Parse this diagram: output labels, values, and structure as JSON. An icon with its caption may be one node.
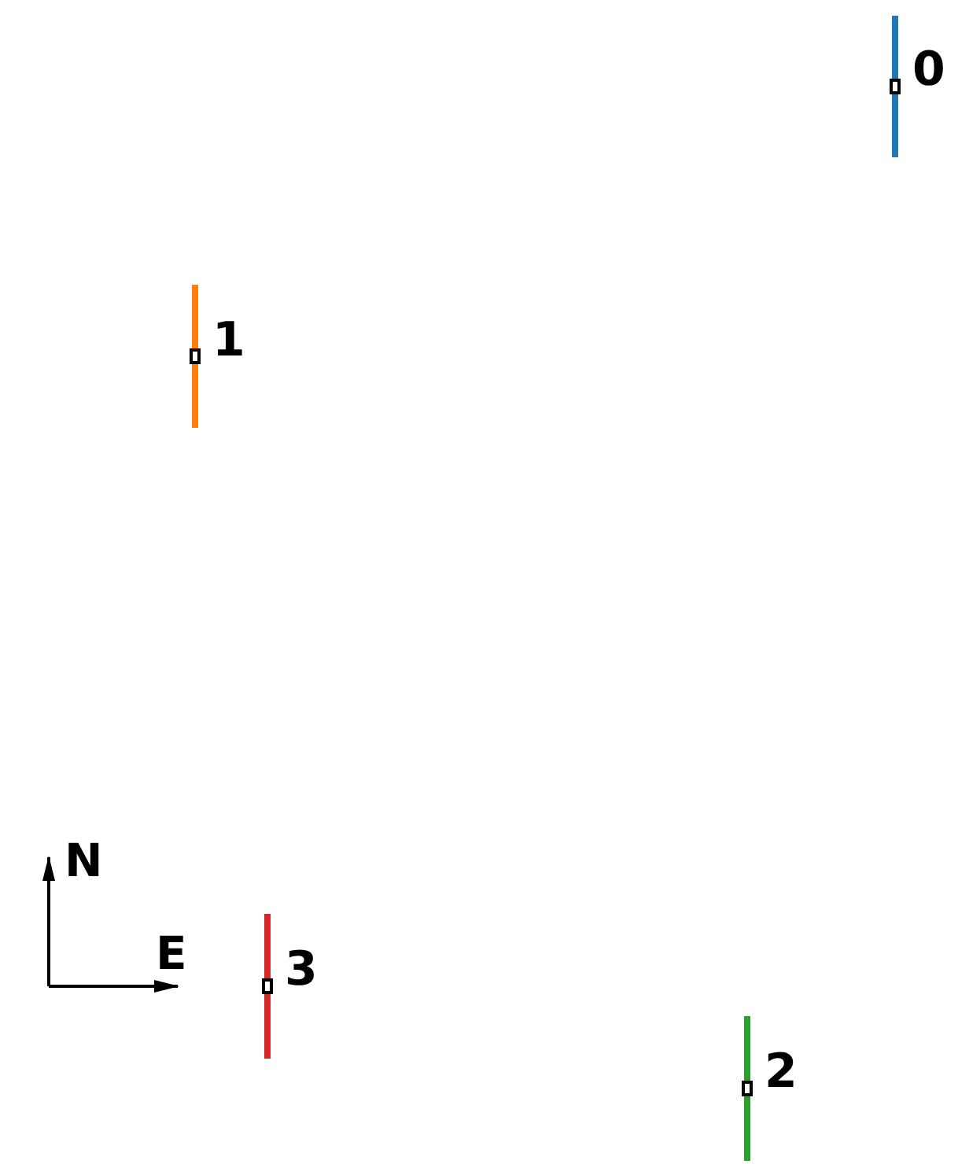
{
  "diagram": {
    "nodes": [
      {
        "text": [],
        "shape": "bar",
        "beside": [
          "0"
        ]
      },
      {
        "text": [],
        "shape": "bar",
        "beside": [
          "1"
        ]
      },
      {
        "text": [],
        "shape": "bar",
        "beside": [
          "3"
        ]
      },
      {
        "text": [],
        "shape": "bar",
        "beside": [
          "2"
        ]
      }
    ],
    "labels": [
      "N",
      "E"
    ]
  }
}
